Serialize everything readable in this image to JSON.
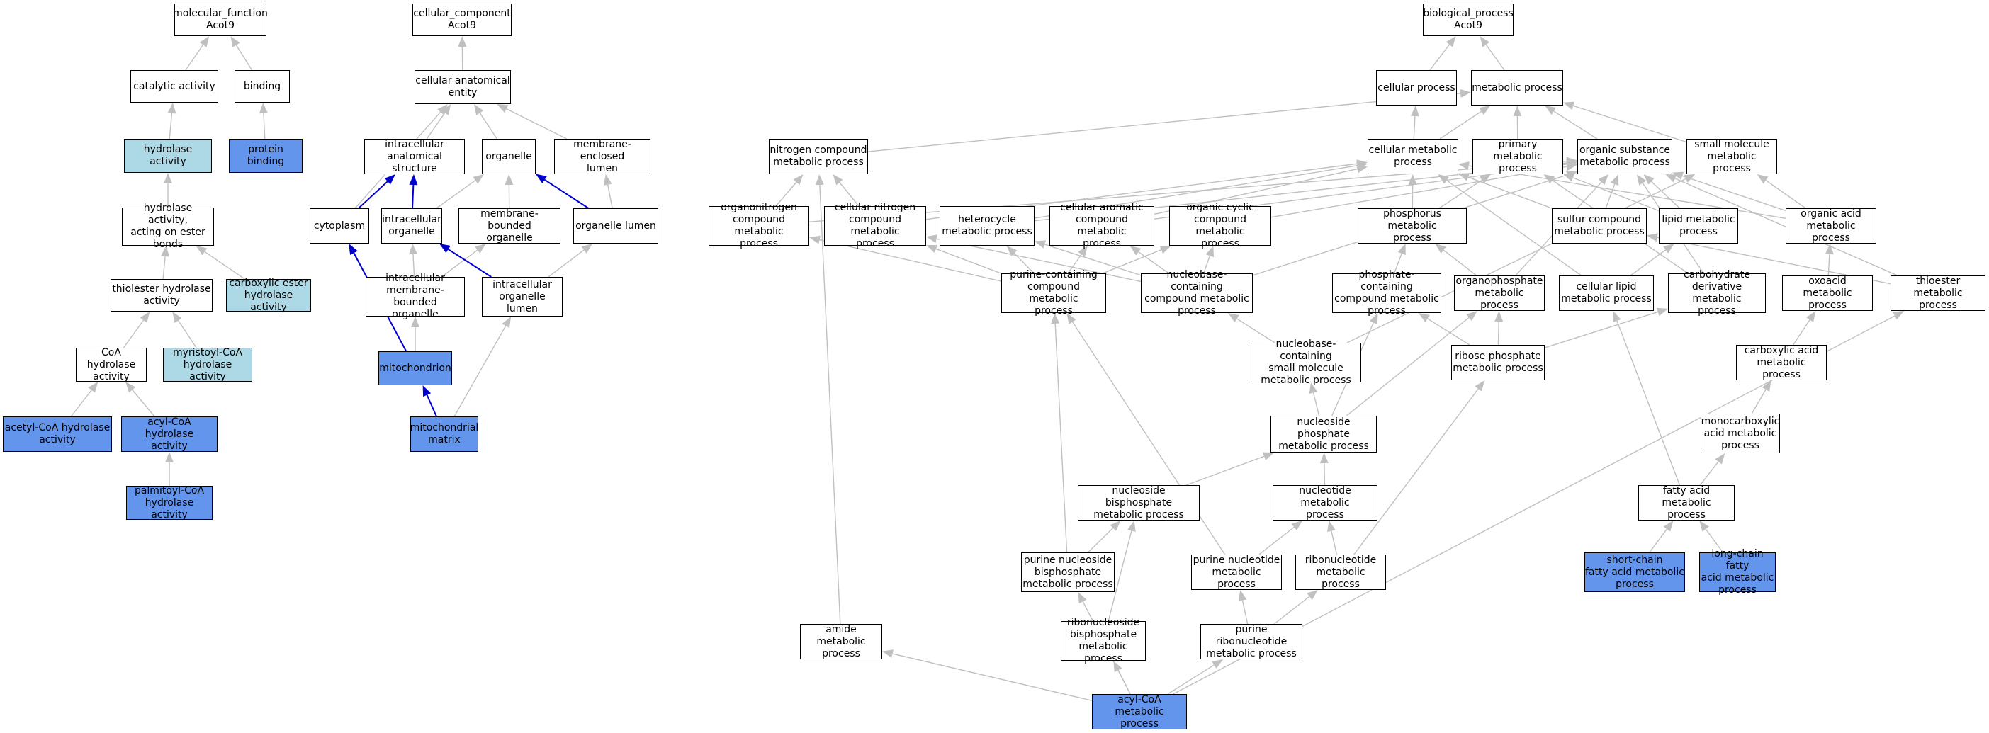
{
  "colors": {
    "edge_grey": "#c0c0c0",
    "edge_blue": "#0000cd",
    "light": "#add8e6",
    "blue": "#6495ed",
    "plain": "#ffffff"
  },
  "nodes": {
    "mf": {
      "label": "molecular_function\nAcot9",
      "fill": "plain"
    },
    "catalytic": {
      "label": "catalytic activity",
      "fill": "plain"
    },
    "binding": {
      "label": "binding",
      "fill": "plain"
    },
    "hydrolase": {
      "label": "hydrolase activity",
      "fill": "light"
    },
    "protein_binding": {
      "label": "protein binding",
      "fill": "blue"
    },
    "hydrolase_ester": {
      "label": "hydrolase activity,\nacting on ester\nbonds",
      "fill": "plain"
    },
    "thiolester": {
      "label": "thiolester hydrolase\nactivity",
      "fill": "plain"
    },
    "carboxylic_ester": {
      "label": "carboxylic ester\nhydrolase activity",
      "fill": "light"
    },
    "coa_hydrolase": {
      "label": "CoA hydrolase\nactivity",
      "fill": "plain"
    },
    "myristoyl": {
      "label": "myristoyl-CoA\nhydrolase activity",
      "fill": "light"
    },
    "acetyl": {
      "label": "acetyl-CoA hydrolase\nactivity",
      "fill": "blue"
    },
    "acyl_hydrolase": {
      "label": "acyl-CoA hydrolase\nactivity",
      "fill": "blue"
    },
    "palmitoyl": {
      "label": "palmitoyl-CoA\nhydrolase activity",
      "fill": "blue"
    },
    "cc": {
      "label": "cellular_component\nAcot9",
      "fill": "plain"
    },
    "anat_entity": {
      "label": "cellular anatomical\nentity",
      "fill": "plain"
    },
    "intra_anat": {
      "label": "intracellular\nanatomical structure",
      "fill": "plain"
    },
    "organelle": {
      "label": "organelle",
      "fill": "plain"
    },
    "membrane_lumen": {
      "label": "membrane-enclosed\nlumen",
      "fill": "plain"
    },
    "cytoplasm": {
      "label": "cytoplasm",
      "fill": "plain"
    },
    "intra_organelle": {
      "label": "intracellular\norganelle",
      "fill": "plain"
    },
    "membrane_bounded": {
      "label": "membrane-bounded\norganelle",
      "fill": "plain"
    },
    "organelle_lumen": {
      "label": "organelle lumen",
      "fill": "plain"
    },
    "intra_mb_organelle": {
      "label": "intracellular\nmembrane-bounded\norganelle",
      "fill": "plain"
    },
    "intra_org_lumen": {
      "label": "intracellular\norganelle lumen",
      "fill": "plain"
    },
    "mitochondrion": {
      "label": "mitochondrion",
      "fill": "blue"
    },
    "mito_matrix": {
      "label": "mitochondrial\nmatrix",
      "fill": "blue"
    },
    "bp": {
      "label": "biological_process\nAcot9",
      "fill": "plain"
    },
    "cellular_process": {
      "label": "cellular process",
      "fill": "plain"
    },
    "metabolic_process": {
      "label": "metabolic process",
      "fill": "plain"
    },
    "nitrogen_compound": {
      "label": "nitrogen compound\nmetabolic process",
      "fill": "plain"
    },
    "cellular_metabolic": {
      "label": "cellular metabolic\nprocess",
      "fill": "plain"
    },
    "primary_metabolic": {
      "label": "primary metabolic\nprocess",
      "fill": "plain"
    },
    "organic_substance": {
      "label": "organic substance\nmetabolic process",
      "fill": "plain"
    },
    "small_molecule": {
      "label": "small molecule\nmetabolic process",
      "fill": "plain"
    },
    "organonitrogen": {
      "label": "organonitrogen\ncompound metabolic\nprocess",
      "fill": "plain"
    },
    "cellular_nitrogen": {
      "label": "cellular nitrogen\ncompound metabolic\nprocess",
      "fill": "plain"
    },
    "heterocycle": {
      "label": "heterocycle\nmetabolic process",
      "fill": "plain"
    },
    "cellular_aromatic": {
      "label": "cellular aromatic\ncompound metabolic\nprocess",
      "fill": "plain"
    },
    "organic_cyclic": {
      "label": "organic cyclic\ncompound metabolic\nprocess",
      "fill": "plain"
    },
    "phosphorus": {
      "label": "phosphorus metabolic\nprocess",
      "fill": "plain"
    },
    "sulfur": {
      "label": "sulfur compound\nmetabolic process",
      "fill": "plain"
    },
    "lipid": {
      "label": "lipid metabolic\nprocess",
      "fill": "plain"
    },
    "organic_acid": {
      "label": "organic acid\nmetabolic process",
      "fill": "plain"
    },
    "purine_containing": {
      "label": "purine-containing\ncompound metabolic\nprocess",
      "fill": "plain"
    },
    "nucleobase_containing": {
      "label": "nucleobase-containing\ncompound metabolic\nprocess",
      "fill": "plain"
    },
    "phosphate_containing": {
      "label": "phosphate-containing\ncompound metabolic\nprocess",
      "fill": "plain"
    },
    "organophosphate": {
      "label": "organophosphate\nmetabolic process",
      "fill": "plain"
    },
    "cellular_lipid": {
      "label": "cellular lipid\nmetabolic process",
      "fill": "plain"
    },
    "carbohydrate_deriv": {
      "label": "carbohydrate\nderivative metabolic\nprocess",
      "fill": "plain"
    },
    "oxoacid": {
      "label": "oxoacid metabolic\nprocess",
      "fill": "plain"
    },
    "thioester": {
      "label": "thioester metabolic\nprocess",
      "fill": "plain"
    },
    "nucleobase_small": {
      "label": "nucleobase-containing\nsmall molecule\nmetabolic process",
      "fill": "plain"
    },
    "ribose_phosphate": {
      "label": "ribose phosphate\nmetabolic process",
      "fill": "plain"
    },
    "carboxylic_acid": {
      "label": "carboxylic acid\nmetabolic process",
      "fill": "plain"
    },
    "nucleoside_phosphate": {
      "label": "nucleoside phosphate\nmetabolic process",
      "fill": "plain"
    },
    "monocarboxylic": {
      "label": "monocarboxylic\nacid metabolic\nprocess",
      "fill": "plain"
    },
    "nucleoside_bisphosphate": {
      "label": "nucleoside bisphosphate\nmetabolic process",
      "fill": "plain"
    },
    "nucleotide": {
      "label": "nucleotide metabolic\nprocess",
      "fill": "plain"
    },
    "fatty_acid": {
      "label": "fatty acid metabolic\nprocess",
      "fill": "plain"
    },
    "purine_nucleoside_bis": {
      "label": "purine nucleoside\nbisphosphate\nmetabolic process",
      "fill": "plain"
    },
    "purine_nucleotide": {
      "label": "purine nucleotide\nmetabolic process",
      "fill": "plain"
    },
    "ribonucleotide": {
      "label": "ribonucleotide\nmetabolic process",
      "fill": "plain"
    },
    "short_chain": {
      "label": "short-chain\nfatty acid metabolic\nprocess",
      "fill": "blue"
    },
    "long_chain": {
      "label": "long-chain fatty\nacid metabolic\nprocess",
      "fill": "blue"
    },
    "amide": {
      "label": "amide metabolic\nprocess",
      "fill": "plain"
    },
    "ribonucleoside_bis": {
      "label": "ribonucleoside\nbisphosphate\nmetabolic process",
      "fill": "plain"
    },
    "purine_ribonucleotide": {
      "label": "purine ribonucleotide\nmetabolic process",
      "fill": "plain"
    },
    "acyl_coa": {
      "label": "acyl-CoA metabolic\nprocess",
      "fill": "blue"
    }
  },
  "edges": [
    [
      "catalytic",
      "mf",
      "grey"
    ],
    [
      "binding",
      "mf",
      "grey"
    ],
    [
      "hydrolase",
      "catalytic",
      "grey"
    ],
    [
      "protein_binding",
      "binding",
      "grey"
    ],
    [
      "hydrolase_ester",
      "hydrolase",
      "grey"
    ],
    [
      "thiolester",
      "hydrolase_ester",
      "grey"
    ],
    [
      "carboxylic_ester",
      "hydrolase_ester",
      "grey"
    ],
    [
      "coa_hydrolase",
      "thiolester",
      "grey"
    ],
    [
      "myristoyl",
      "thiolester",
      "grey"
    ],
    [
      "acetyl",
      "coa_hydrolase",
      "grey"
    ],
    [
      "acyl_hydrolase",
      "coa_hydrolase",
      "grey"
    ],
    [
      "palmitoyl",
      "acyl_hydrolase",
      "grey"
    ],
    [
      "anat_entity",
      "cc",
      "grey"
    ],
    [
      "intra_anat",
      "anat_entity",
      "grey"
    ],
    [
      "organelle",
      "anat_entity",
      "grey"
    ],
    [
      "membrane_lumen",
      "anat_entity",
      "grey"
    ],
    [
      "cytoplasm",
      "anat_entity",
      "grey"
    ],
    [
      "cytoplasm",
      "intra_anat",
      "blue"
    ],
    [
      "intra_organelle",
      "intra_anat",
      "blue"
    ],
    [
      "intra_organelle",
      "organelle",
      "grey"
    ],
    [
      "membrane_bounded",
      "organelle",
      "grey"
    ],
    [
      "organelle_lumen",
      "organelle",
      "blue"
    ],
    [
      "organelle_lumen",
      "membrane_lumen",
      "grey"
    ],
    [
      "intra_mb_organelle",
      "intra_organelle",
      "grey"
    ],
    [
      "intra_mb_organelle",
      "membrane_bounded",
      "grey"
    ],
    [
      "intra_org_lumen",
      "intra_organelle",
      "blue"
    ],
    [
      "intra_org_lumen",
      "organelle_lumen",
      "grey"
    ],
    [
      "mitochondrion",
      "cytoplasm",
      "blue"
    ],
    [
      "mitochondrion",
      "intra_mb_organelle",
      "grey"
    ],
    [
      "mito_matrix",
      "mitochondrion",
      "blue"
    ],
    [
      "mito_matrix",
      "intra_org_lumen",
      "grey"
    ],
    [
      "cellular_process",
      "bp",
      "grey"
    ],
    [
      "metabolic_process",
      "bp",
      "grey"
    ],
    [
      "nitrogen_compound",
      "metabolic_process",
      "grey"
    ],
    [
      "cellular_metabolic",
      "metabolic_process",
      "grey"
    ],
    [
      "cellular_metabolic",
      "cellular_process",
      "grey"
    ],
    [
      "primary_metabolic",
      "metabolic_process",
      "grey"
    ],
    [
      "organic_substance",
      "metabolic_process",
      "grey"
    ],
    [
      "small_molecule",
      "metabolic_process",
      "grey"
    ],
    [
      "organonitrogen",
      "nitrogen_compound",
      "grey"
    ],
    [
      "organonitrogen",
      "organic_substance",
      "grey"
    ],
    [
      "cellular_nitrogen",
      "nitrogen_compound",
      "grey"
    ],
    [
      "cellular_nitrogen",
      "cellular_metabolic",
      "grey"
    ],
    [
      "heterocycle",
      "cellular_metabolic",
      "grey"
    ],
    [
      "heterocycle",
      "organic_substance",
      "grey"
    ],
    [
      "cellular_aromatic",
      "cellular_metabolic",
      "grey"
    ],
    [
      "cellular_aromatic",
      "organic_substance",
      "grey"
    ],
    [
      "organic_cyclic",
      "organic_substance",
      "grey"
    ],
    [
      "phosphorus",
      "cellular_metabolic",
      "grey"
    ],
    [
      "phosphorus",
      "primary_metabolic",
      "grey"
    ],
    [
      "sulfur",
      "cellular_metabolic",
      "grey"
    ],
    [
      "sulfur",
      "organic_substance",
      "grey"
    ],
    [
      "lipid",
      "primary_metabolic",
      "grey"
    ],
    [
      "lipid",
      "organic_substance",
      "grey"
    ],
    [
      "organic_acid",
      "cellular_metabolic",
      "grey"
    ],
    [
      "organic_acid",
      "organic_substance",
      "grey"
    ],
    [
      "organic_acid",
      "small_molecule",
      "grey"
    ],
    [
      "purine_containing",
      "organonitrogen",
      "grey"
    ],
    [
      "purine_containing",
      "cellular_nitrogen",
      "grey"
    ],
    [
      "purine_containing",
      "heterocycle",
      "grey"
    ],
    [
      "purine_containing",
      "cellular_aromatic",
      "grey"
    ],
    [
      "purine_containing",
      "organic_cyclic",
      "grey"
    ],
    [
      "nucleobase_containing",
      "cellular_nitrogen",
      "grey"
    ],
    [
      "nucleobase_containing",
      "heterocycle",
      "grey"
    ],
    [
      "nucleobase_containing",
      "cellular_aromatic",
      "grey"
    ],
    [
      "nucleobase_containing",
      "organic_cyclic",
      "grey"
    ],
    [
      "nucleobase_containing",
      "organic_substance",
      "grey"
    ],
    [
      "phosphate_containing",
      "phosphorus",
      "grey"
    ],
    [
      "organophosphate",
      "phosphorus",
      "grey"
    ],
    [
      "organophosphate",
      "organic_substance",
      "grey"
    ],
    [
      "cellular_lipid",
      "cellular_metabolic",
      "grey"
    ],
    [
      "cellular_lipid",
      "lipid",
      "grey"
    ],
    [
      "carbohydrate_deriv",
      "organic_substance",
      "grey"
    ],
    [
      "carbohydrate_deriv",
      "primary_metabolic",
      "grey"
    ],
    [
      "oxoacid",
      "organic_acid",
      "grey"
    ],
    [
      "thioester",
      "sulfur",
      "grey"
    ],
    [
      "thioester",
      "organic_substance",
      "grey"
    ],
    [
      "nucleobase_small",
      "nucleobase_containing",
      "grey"
    ],
    [
      "nucleobase_small",
      "small_molecule",
      "grey"
    ],
    [
      "ribose_phosphate",
      "phosphate_containing",
      "grey"
    ],
    [
      "ribose_phosphate",
      "organophosphate",
      "grey"
    ],
    [
      "ribose_phosphate",
      "carbohydrate_deriv",
      "grey"
    ],
    [
      "carboxylic_acid",
      "oxoacid",
      "grey"
    ],
    [
      "nucleoside_phosphate",
      "nucleobase_small",
      "grey"
    ],
    [
      "nucleoside_phosphate",
      "phosphate_containing",
      "grey"
    ],
    [
      "nucleoside_phosphate",
      "organophosphate",
      "grey"
    ],
    [
      "monocarboxylic",
      "carboxylic_acid",
      "grey"
    ],
    [
      "nucleoside_bisphosphate",
      "nucleoside_phosphate",
      "grey"
    ],
    [
      "nucleotide",
      "nucleoside_phosphate",
      "grey"
    ],
    [
      "fatty_acid",
      "monocarboxylic",
      "grey"
    ],
    [
      "fatty_acid",
      "cellular_lipid",
      "grey"
    ],
    [
      "purine_nucleoside_bis",
      "nucleoside_bisphosphate",
      "grey"
    ],
    [
      "purine_nucleoside_bis",
      "purine_containing",
      "grey"
    ],
    [
      "purine_nucleotide",
      "nucleotide",
      "grey"
    ],
    [
      "purine_nucleotide",
      "purine_containing",
      "grey"
    ],
    [
      "ribonucleotide",
      "nucleotide",
      "grey"
    ],
    [
      "ribonucleotide",
      "ribose_phosphate",
      "grey"
    ],
    [
      "short_chain",
      "fatty_acid",
      "grey"
    ],
    [
      "long_chain",
      "fatty_acid",
      "grey"
    ],
    [
      "amide",
      "nitrogen_compound",
      "grey"
    ],
    [
      "ribonucleoside_bis",
      "nucleoside_bisphosphate",
      "grey"
    ],
    [
      "purine_ribonucleotide",
      "purine_nucleotide",
      "grey"
    ],
    [
      "purine_ribonucleotide",
      "ribonucleotide",
      "grey"
    ],
    [
      "acyl_coa",
      "amide",
      "grey"
    ],
    [
      "acyl_coa",
      "purine_nucleoside_bis",
      "grey"
    ],
    [
      "acyl_coa",
      "ribonucleoside_bis",
      "grey"
    ],
    [
      "acyl_coa",
      "purine_ribonucleotide",
      "grey"
    ],
    [
      "acyl_coa",
      "thioester",
      "grey"
    ]
  ]
}
